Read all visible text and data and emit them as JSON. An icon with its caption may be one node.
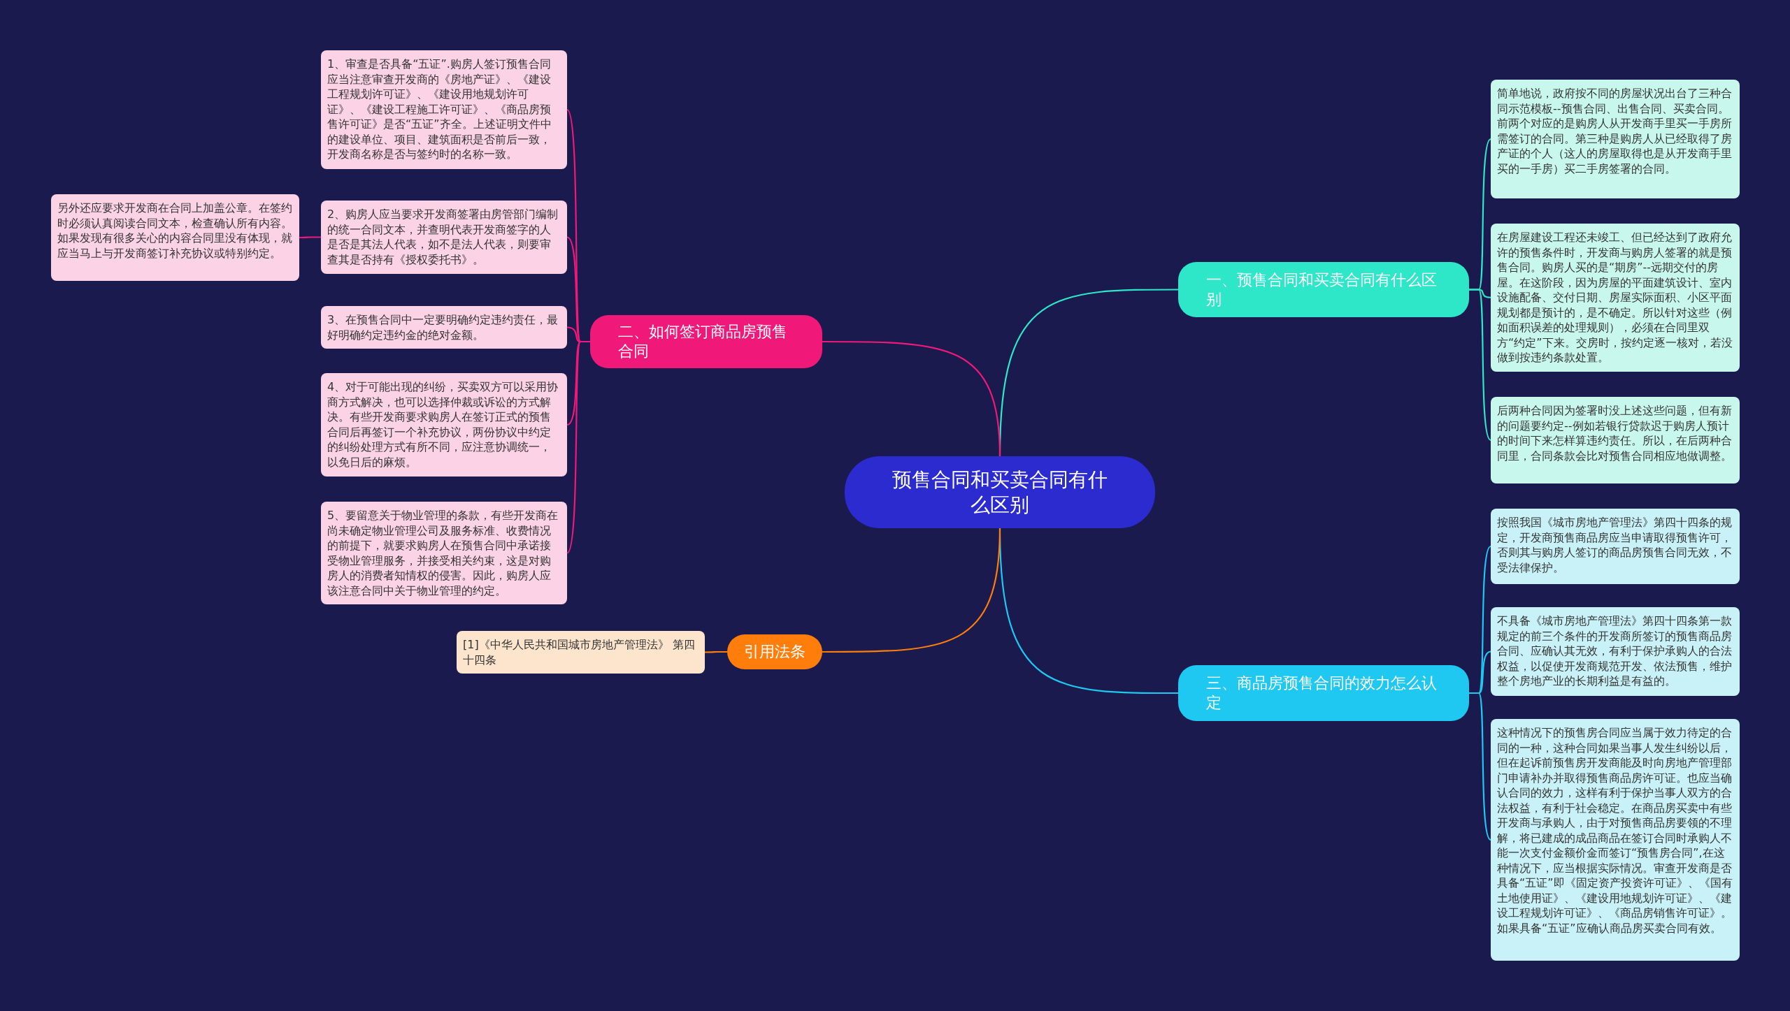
{
  "diagram": {
    "nodes": [
      {
        "text": [
          "预售合同和买卖合同有什么区别"
        ]
      },
      {
        "text": [
          "一、预售合同和买卖合同有什么区别"
        ]
      },
      {
        "text": [
          "简单地说，政府按不同的房屋状况出台了三种合同示范模板--预售合同、出售合同、买卖合同。前两个对应的是购房人从开发商手里买一手房所需签订的合同。第三种是购房人从已经取得了房产证的个人（这人的房屋取得也是从开发商手里买的一手房）买二手房签署的合同。"
        ]
      },
      {
        "text": [
          "在房屋建设工程还未竣工、但已经达到了政府允许的预售条件时，开发商与购房人签署的就是预售合同。购房人买的是“期房”--远期交付的房屋。在这阶段，因为房屋的平面建筑设计、室内设施配备、交付日期、房屋实际面积、小区平面规划都是预计的，是不确定。所以针对这些（例如面积误差的处理规则），必须在合同里双方“约定”下来。交房时，按约定逐一核对，若没做到按违约条款处置。"
        ]
      },
      {
        "text": [
          "后两种合同因为签署时没上述这些问题，但有新的问题要约定--例如若银行贷款迟于购房人预计的时间下来怎样算违约责任。所以，在后两种合同里，合同条款会比对预售合同相应地做调整。"
        ]
      },
      {
        "text": [
          "二、如何签订商品房预售合同"
        ]
      },
      {
        "text": [
          "1、审查是否具备“五证”.购房人签订预售合同应当注意审查开发商的《房地产证》、《建设工程规划许可证》、《建设用地规划许可证》、《建设工程施工许可证》、《商品房预售许可证》是否“五证”齐全。上述证明文件中的建设单位、项目、建筑面积是否前后一致，开发商名称是否与签约时的名称一致。"
        ]
      },
      {
        "text": [
          "2、购房人应当要求开发商签署由房管部门编制的统一合同文本，并查明代表开发商签字的人是否是其法人代表，如不是法人代表，则要审查其是否持有《授权委托书》。"
        ]
      },
      {
        "text": [
          "另外还应要求开发商在合同上加盖公章。在签约时必须认真阅读合同文本，检查确认所有内容。如果发现有很多关心的内容合同里没有体现，就应当马上与开发商签订补充协议或特别约定。"
        ]
      },
      {
        "text": [
          "3、在预售合同中一定要明确约定违约责任，最好明确约定违约金的绝对金额。"
        ]
      },
      {
        "text": [
          "4、对于可能出现的纠纷，买卖双方可以采用协商方式解决，也可以选择仲裁或诉讼的方式解决。有些开发商要求购房人在签订正式的预售合同后再签订一个补充协议，两份协议中约定的纠纷处理方式有所不同，应注意协调统一，以免日后的麻烦。"
        ]
      },
      {
        "text": [
          "5、要留意关于物业管理的条款，有些开发商在尚未确定物业管理公司及服务标准、收费情况的前提下，就要求购房人在预售合同中承诺接受物业管理服务，并接受相关约束，这是对购房人的消费者知情权的侵害。因此，购房人应该注意合同中关于物业管理的约定。"
        ]
      },
      {
        "text": [
          "三、商品房预售合同的效力怎么认定"
        ]
      },
      {
        "text": [
          "按照我国《城市房地产管理法》第四十四条的规定，开发商预售商品房应当申请取得预售许可，否则其与购房人签订的商品房预售合同无效，不受法律保护。"
        ]
      },
      {
        "text": [
          "不具备《城市房地产管理法》第四十四条第一款规定的前三个条件的开发商所签订的预售商品房合同、应确认其无效，有利于保护承购人的合法权益，以促使开发商规范开发、依法预售，维护整个房地产业的长期利益是有益的。"
        ]
      },
      {
        "text": [
          "这种情况下的预售房合同应当属于效力待定的合同的一种，这种合同如果当事人发生纠纷以后，但在起诉前预售房开发商能及时向房地产管理部门申请补办并取得预售商品房许可证。也应当确认合同的效力，这样有利于保护当事人双方的合法权益，有利于社会稳定。在商品房买卖中有些开发商与承购人，由于对预售商品房要领的不理解，将已建成的成品商品在签订合同时承购人不能一次支付金额价金而签订“预售房合同”,在这种情况下，应当根据实际情况。审查开发商是否具备“五证”即《固定资产投资许可证》、《国有土地使用证》、《建设用地规划许可证》、《建设工程规划许可证》、《商品房销售许可证》。如果具备“五证”应确认商品房买卖合同有效。"
        ]
      },
      {
        "text": [
          "引用法条"
        ]
      },
      {
        "text": [
          "[1]《中华人民共和国城市房地产管理法》 第四十四条"
        ]
      }
    ],
    "edges": [
      {
        "from": 0,
        "to": 1,
        "arrow": "none",
        "color": "#2ee6c8"
      },
      {
        "from": 1,
        "to": 2,
        "arrow": "none",
        "color": "#2ee6c8"
      },
      {
        "from": 1,
        "to": 3,
        "arrow": "none",
        "color": "#2ee6c8"
      },
      {
        "from": 1,
        "to": 4,
        "arrow": "none",
        "color": "#2ee6c8"
      },
      {
        "from": 0,
        "to": 5,
        "arrow": "none",
        "color": "#f0197a"
      },
      {
        "from": 5,
        "to": 6,
        "arrow": "none",
        "color": "#f0197a"
      },
      {
        "from": 5,
        "to": 7,
        "arrow": "none",
        "color": "#f0197a"
      },
      {
        "from": 7,
        "to": 8,
        "arrow": "none",
        "color": "#f0197a"
      },
      {
        "from": 5,
        "to": 9,
        "arrow": "none",
        "color": "#f0197a"
      },
      {
        "from": 5,
        "to": 10,
        "arrow": "none",
        "color": "#f0197a"
      },
      {
        "from": 5,
        "to": 11,
        "arrow": "none",
        "color": "#f0197a"
      },
      {
        "from": 0,
        "to": 12,
        "arrow": "none",
        "color": "#1ec8f0"
      },
      {
        "from": 12,
        "to": 13,
        "arrow": "none",
        "color": "#1ec8f0"
      },
      {
        "from": 12,
        "to": 14,
        "arrow": "none",
        "color": "#1ec8f0"
      },
      {
        "from": 12,
        "to": 15,
        "arrow": "none",
        "color": "#1ec8f0"
      },
      {
        "from": 0,
        "to": 16,
        "arrow": "none",
        "color": "#ff7d0a"
      },
      {
        "from": 16,
        "to": 17,
        "arrow": "none",
        "color": "#ff7d0a"
      }
    ]
  }
}
